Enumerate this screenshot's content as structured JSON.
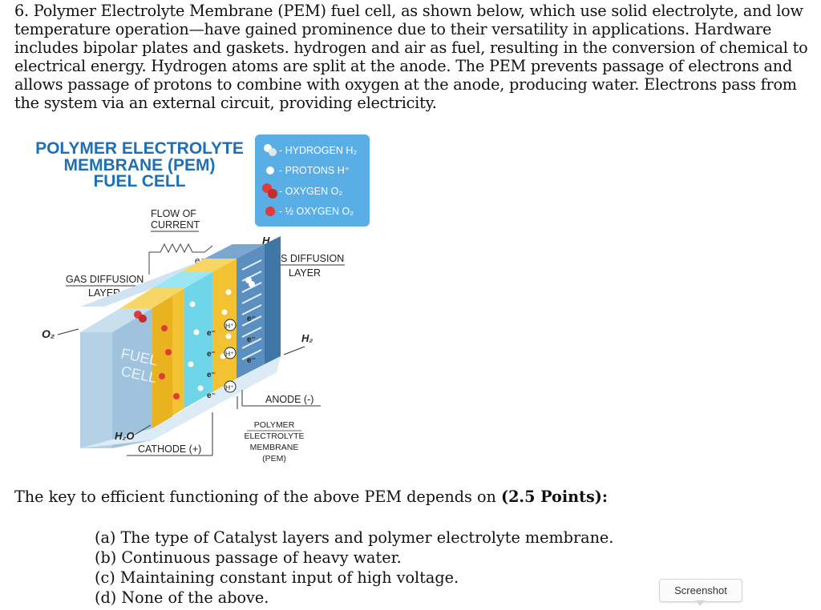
{
  "question": {
    "text": "6. Polymer Electrolyte Membrane (PEM) fuel cell, as shown below, which use solid electrolyte, and low temperature operation—have gained prominence due to their versatility in applications. Hardware includes bipolar plates and gaskets. hydrogen and air as fuel, resulting in the conversion of chemical to electrical energy. Hydrogen atoms are split at the anode. The PEM prevents passage of electrons and allows passage of protons to combine with oxygen at the anode, producing water. Electrons pass from the system via an external circuit, providing electricity."
  },
  "diagram": {
    "title_lines": [
      "POLYMER ELECTROLYTE",
      "MEMBRANE (PEM)",
      "FUEL CELL"
    ],
    "legend": [
      {
        "label": "- HYDROGEN H₂",
        "icon": "hydrogen-molecule-icon"
      },
      {
        "label": "- PROTONS H⁺",
        "icon": "proton-icon"
      },
      {
        "label": "- OXYGEN O₂",
        "icon": "oxygen-molecule-icon"
      },
      {
        "label": "- ½ OXYGEN O₂",
        "icon": "oxygen-atom-icon"
      }
    ],
    "labels": {
      "flow_current_1": "FLOW OF",
      "flow_current_2": "CURRENT",
      "gdl_left_1": "GAS DIFFUSION",
      "gdl_left_2": "LAYER",
      "gdl_right_1": "GAS DIFFUSION",
      "gdl_right_2": "LAYER",
      "o2": "O₂",
      "h2_top": "H₂",
      "h2_right": "H₂",
      "fuel": "FUEL",
      "cell": "CELL",
      "h2o": "H₂O",
      "anode": "ANODE (-)",
      "cathode": "CATHODE (+)",
      "pem_1": "POLYMER",
      "pem_2": "ELECTROLYTE",
      "pem_3": "MEMBRANE",
      "pem_4": "(PEM)",
      "electron": "e⁻",
      "proton": "H⁺"
    },
    "colors": {
      "title": "#1f6fb5",
      "legend_bg": "#5aaee6",
      "plate": "#8fb7d6",
      "catalyst": "#f3c232",
      "membrane": "#6ed6e8",
      "oxygen": "#e03a3a"
    }
  },
  "key_line": {
    "text": "The key to efficient functioning of the above PEM depends on ",
    "points": "(2.5 Points):"
  },
  "options": [
    "(a) The type of Catalyst layers and polymer electrolyte membrane.",
    "(b) Continuous passage of heavy water.",
    "(c) Maintaining constant input of high voltage.",
    "(d) None of the above."
  ],
  "screenshot_button": "Screenshot"
}
